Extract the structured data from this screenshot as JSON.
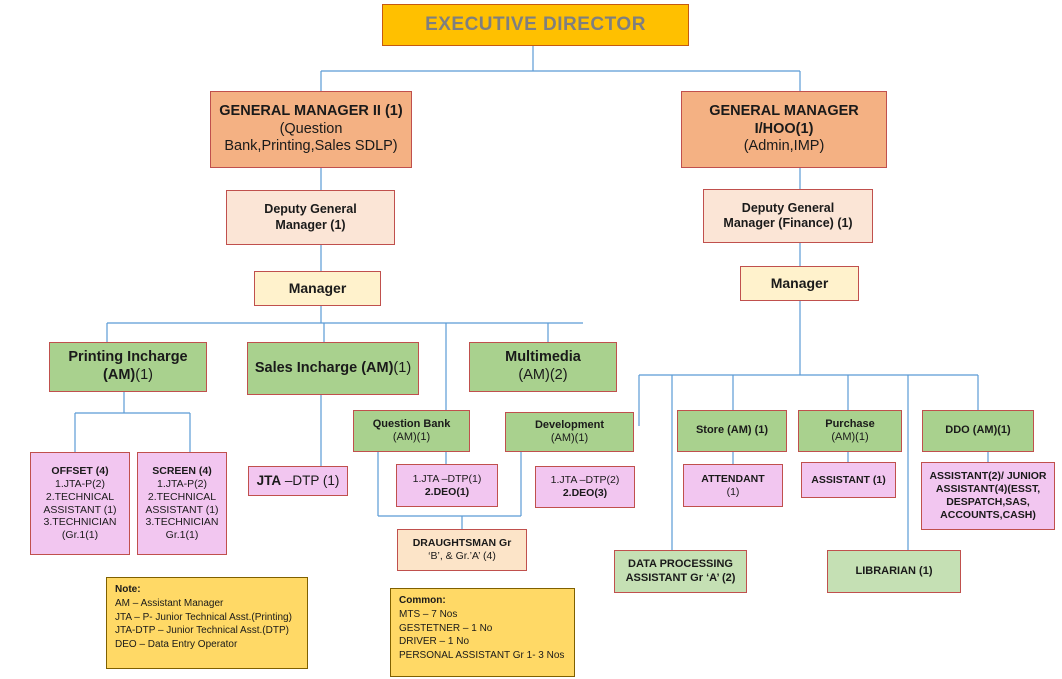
{
  "executive_director": "EXECUTIVE DIRECTOR",
  "gm2": {
    "title": "GENERAL MANAGER II (1)",
    "line2": "(Question",
    "line3": "Bank,Printing,Sales SDLP)"
  },
  "gm1": {
    "title": "GENERAL MANAGER",
    "line2": "I/HOO(1)",
    "line3": "(Admin,IMP)"
  },
  "dgm_left": {
    "line1": "Deputy General",
    "line2": "Manager (1)"
  },
  "dgm_right": {
    "line1": "Deputy General",
    "line2": "Manager (Finance) (1)"
  },
  "manager_left": "Manager",
  "manager_right": "Manager",
  "printing_incharge": {
    "line1": "Printing Incharge",
    "line2_bold": "(AM)",
    "line2_rest": "(1)"
  },
  "sales_incharge": {
    "bold": "Sales Incharge (AM)",
    "rest": "(1)"
  },
  "multimedia": {
    "line1": "Multimedia",
    "line2": "(AM)(2)"
  },
  "question_bank": {
    "line1": "Question Bank",
    "line2": "(AM)(1)"
  },
  "development": {
    "line1": "Development",
    "line2": "(AM)(1)"
  },
  "store": {
    "line1": "Store (AM) (1)"
  },
  "purchase": {
    "line1": "Purchase",
    "line2": "(AM)(1)"
  },
  "ddo": {
    "line1": "DDO (AM)(1)"
  },
  "offset": {
    "title": "OFFSET (4)",
    "l1": "1.JTA-P(2)",
    "l2": "2.TECHNICAL",
    "l3": "ASSISTANT (1)",
    "l4": "3.TECHNICIAN",
    "l5": "(Gr.1(1)"
  },
  "screen": {
    "title": "SCREEN (4)",
    "l1": "1.JTA-P(2)",
    "l2": "2.TECHNICAL",
    "l3": "ASSISTANT (1)",
    "l4": "3.TECHNICIAN",
    "l5": "Gr.1(1)"
  },
  "jta_dtp": {
    "bold": "JTA",
    "rest": " –DTP (1)"
  },
  "qb_staff": {
    "l1": "1.JTA –DTP(1)",
    "l2": "2.DEO(1)"
  },
  "dev_staff": {
    "l1": "1.JTA –DTP(2)",
    "l2": "2.DEO(3)"
  },
  "draughtsman": {
    "l1": "DRAUGHTSMAN Gr",
    "l2": "‘B’, & Gr.’A’ (4)"
  },
  "attendant": {
    "l1": "ATTENDANT",
    "l2": "(1)"
  },
  "purchase_assistant": {
    "l1": "ASSISTANT (1)"
  },
  "ddo_staff": {
    "l1": "ASSISTANT(2)/ JUNIOR",
    "l2": "ASSISTANT(4)(ESST,",
    "l3": "DESPATCH,SAS,",
    "l4": "ACCOUNTS,CASH)"
  },
  "data_processing": {
    "l1": "DATA PROCESSING",
    "l2": "ASSISTANT Gr ‘A’ (2)"
  },
  "librarian": {
    "l1": "LIBRARIAN (1)"
  },
  "note": {
    "title": "Note:",
    "lines": [
      "AM – Assistant Manager",
      "JTA – P- Junior Technical Asst.(Printing)",
      "JTA-DTP – Junior Technical Asst.(DTP)",
      "DEO – Data Entry Operator"
    ]
  },
  "common": {
    "title": "Common:",
    "lines": [
      "MTS – 7 Nos",
      "GESTETNER – 1 No",
      "DRIVER – 1 No",
      "PERSONAL ASSISTANT Gr 1- 3 Nos"
    ]
  },
  "colors": {
    "executive": "#ffc000",
    "general_manager": "#f4b183",
    "deputy_gm": "#fbe5d6",
    "manager": "#fff2cc",
    "incharge_green": "#a9d18e",
    "staff_pink": "#f2c6f0",
    "staff_light_green": "#c5e0b4",
    "note_yellow": "#ffd966",
    "connector": "#5b9bd5"
  }
}
